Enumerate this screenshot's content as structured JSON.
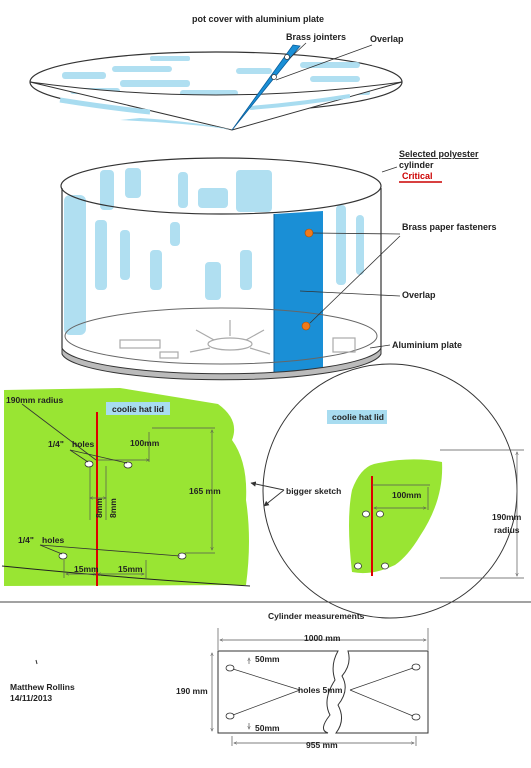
{
  "top": {
    "title": "pot cover with aluminium plate",
    "brass_jointers": "Brass jointers",
    "overlap": "Overlap"
  },
  "cylinder": {
    "selected_line1": "Selected polyester",
    "selected_line2": "cylinder",
    "critical": "Critical",
    "fasteners": "Brass paper fasteners",
    "overlap": "Overlap",
    "plate": "Aluminium plate"
  },
  "lid_left": {
    "radius": "190mm  radius",
    "title": "coolie hat lid",
    "holes_top_a": "1/4\"",
    "holes_top_b": "holes",
    "dim_100": "100mm",
    "dim_8a": "8mm",
    "dim_8b": "8mm",
    "dim_165": "165 mm",
    "holes_bot_a": "1/4\"",
    "holes_bot_b": "holes",
    "dim_15a": "15mm",
    "dim_15b": "15mm"
  },
  "lid_right": {
    "title": "coolie hat lid",
    "bigger": "bigger sketch",
    "dim_100": "100mm",
    "r1": "190mm",
    "r2": "radius"
  },
  "measure": {
    "title": "Cylinder     measurements",
    "dim_1000": "1000 mm",
    "dim_50a": "50mm",
    "dim_190": "190 mm",
    "holes": "holes 5mm",
    "dim_50b": "50mm",
    "dim_955": "955 mm"
  },
  "author": {
    "name": "Matthew Rollins",
    "date": "14/11/2013"
  },
  "colors": {
    "blue": "#1a8fd6",
    "light_blue": "#a8dcf0",
    "green": "#99e533",
    "red": "#dd0000",
    "orange": "#f07a1a"
  }
}
